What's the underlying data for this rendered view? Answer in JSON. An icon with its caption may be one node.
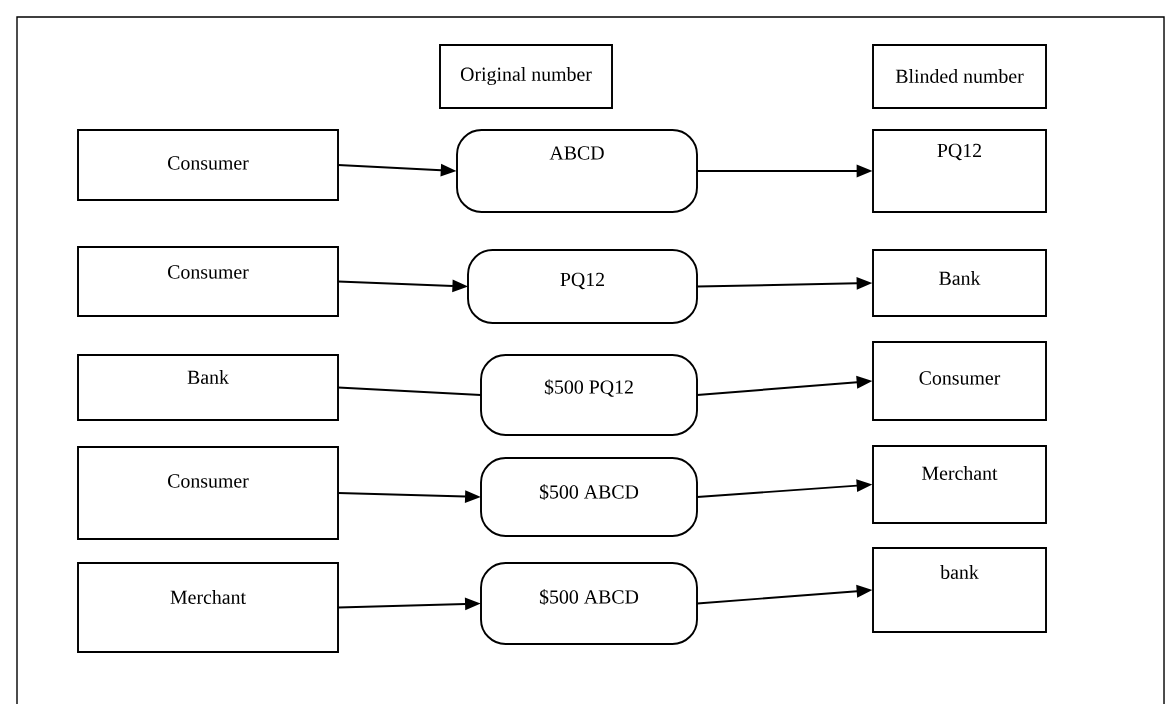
{
  "diagram": {
    "nodes": [
      {
        "text": [
          "Original number"
        ]
      },
      {
        "text": [
          "Blinded number"
        ]
      },
      {
        "text": [
          "Consumer"
        ]
      },
      {
        "text": [
          "ABCD"
        ]
      },
      {
        "text": [
          "PQ12"
        ]
      },
      {
        "text": [
          "Consumer"
        ]
      },
      {
        "text": [
          "PQ12"
        ]
      },
      {
        "text": [
          "Bank"
        ]
      },
      {
        "text": [
          "Bank"
        ]
      },
      {
        "text": [
          "$500 PQ12"
        ]
      },
      {
        "text": [
          "Consumer"
        ]
      },
      {
        "text": [
          "Consumer"
        ]
      },
      {
        "text": [
          "$500 ABCD"
        ]
      },
      {
        "text": [
          "Merchant"
        ]
      },
      {
        "text": [
          "Merchant"
        ]
      },
      {
        "text": [
          "$500 ABCD"
        ]
      },
      {
        "text": [
          "bank"
        ]
      }
    ],
    "edges": [
      {
        "from": 2,
        "to": 3,
        "arrow": "to"
      },
      {
        "from": 3,
        "to": 4,
        "arrow": "to"
      },
      {
        "from": 5,
        "to": 6,
        "arrow": "to"
      },
      {
        "from": 6,
        "to": 7,
        "arrow": "to"
      },
      {
        "from": 8,
        "to": 9,
        "arrow": "none"
      },
      {
        "from": 9,
        "to": 10,
        "arrow": "to"
      },
      {
        "from": 11,
        "to": 12,
        "arrow": "to"
      },
      {
        "from": 12,
        "to": 13,
        "arrow": "to"
      },
      {
        "from": 14,
        "to": 15,
        "arrow": "to"
      },
      {
        "from": 15,
        "to": 16,
        "arrow": "to"
      }
    ]
  }
}
